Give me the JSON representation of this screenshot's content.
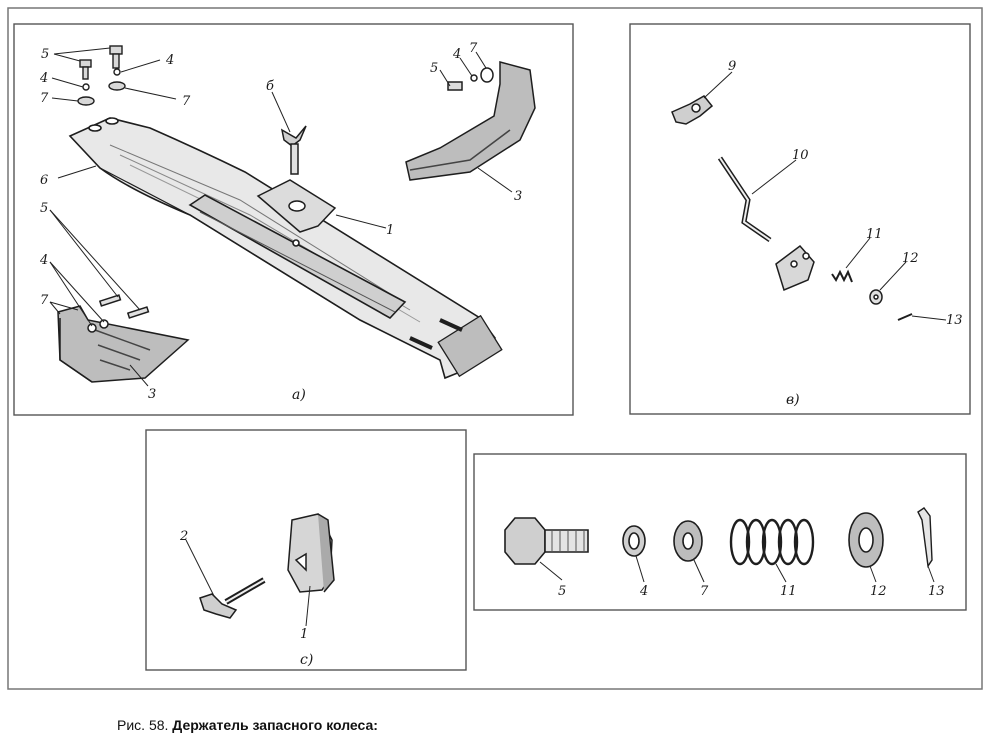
{
  "caption": {
    "prefix": "Рис. 58.",
    "title": "Держатель запасного колеса:"
  },
  "panel_a": {
    "tag": "а)",
    "labels": {
      "l5a": "5",
      "l4a": "4",
      "l7a": "7",
      "l4b": "4",
      "l7b": "7",
      "l_delta": "б",
      "l6": "6",
      "l1": "1",
      "l5b": "5",
      "l4c": "4",
      "l7c": "7",
      "l3a": "3",
      "l5c": "5",
      "l4d": "4",
      "l7d": "7",
      "l3b": "3"
    }
  },
  "panel_v": {
    "tag": "в)",
    "labels": {
      "l9": "9",
      "l10": "10",
      "l11": "11",
      "l12": "12",
      "l13": "13"
    }
  },
  "panel_c": {
    "tag": "с)",
    "labels": {
      "l2": "2",
      "l1": "1"
    }
  },
  "panel_d": {
    "labels": {
      "l5": "5",
      "l4": "4",
      "l7": "7",
      "l11": "11",
      "l12": "12",
      "l13": "13"
    }
  }
}
